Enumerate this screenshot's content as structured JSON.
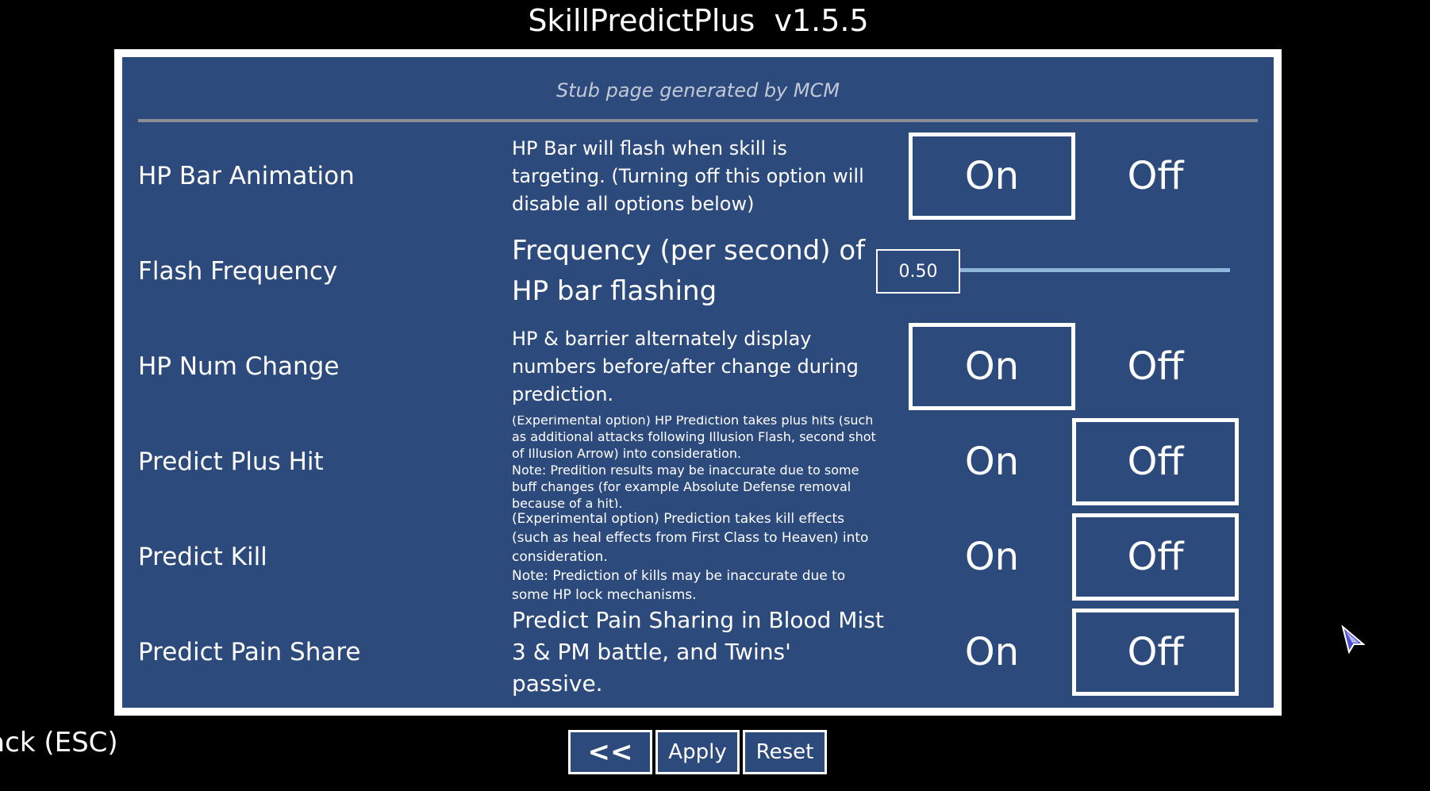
{
  "app_title": "SkillPredictPlus  v1.5.5",
  "panel": {
    "stub_text": "Stub page generated by MCM",
    "rows": [
      {
        "label": "HP Bar Animation",
        "description": "HP Bar will flash when skill is targeting. (Turning off this option will disable all options below)",
        "on_label": "On",
        "off_label": "Off",
        "selected": "On"
      },
      {
        "label": "Flash Frequency",
        "description": "Frequency (per second) of HP bar flashing",
        "value": "0.50"
      },
      {
        "label": "HP Num Change",
        "description": "HP & barrier alternately display numbers before/after change during prediction.",
        "on_label": "On",
        "off_label": "Off",
        "selected": "On"
      },
      {
        "label": "Predict Plus Hit",
        "description": "(Experimental option) HP Prediction takes plus hits (such as additional attacks following Illusion Flash, second shot of Illusion Arrow) into consideration.",
        "note": "Note: Predition results may be inaccurate due to some buff changes (for example Absolute Defense removal because of a hit).",
        "on_label": "On",
        "off_label": "Off",
        "selected": "Off"
      },
      {
        "label": "Predict Kill",
        "description": "(Experimental option) Prediction takes kill effects (such as heal effects from First Class to Heaven) into consideration.",
        "note": "Note: Prediction of kills may be inaccurate due to some HP lock mechanisms.",
        "on_label": "On",
        "off_label": "Off",
        "selected": "Off"
      },
      {
        "label": "Predict Pain Share",
        "description": "Predict Pain Sharing in Blood Mist 3 & PM battle, and Twins' passive.",
        "on_label": "On",
        "off_label": "Off",
        "selected": "Off"
      }
    ]
  },
  "buttons": {
    "back": "<<",
    "apply": "Apply",
    "reset": "Reset"
  },
  "back_hint": "Back (ESC)",
  "colors": {
    "panel_bg": "#2d4a7c",
    "slider_track": "#8fb7d9",
    "divider": "#8a8f96"
  }
}
